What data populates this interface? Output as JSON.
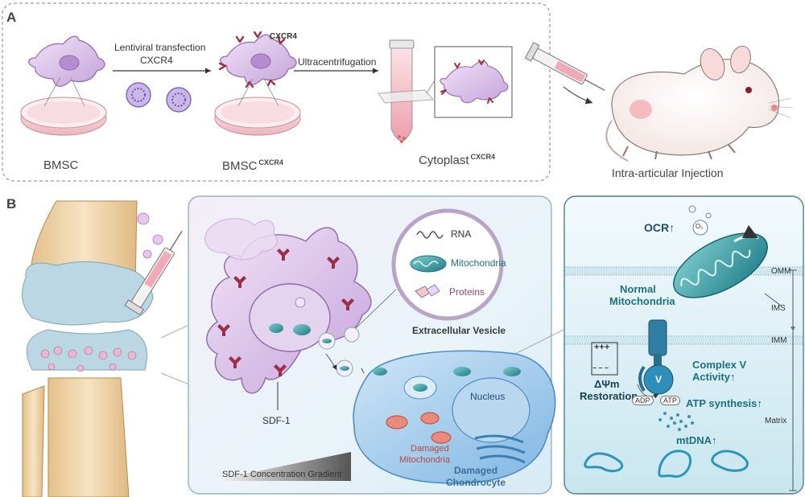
{
  "panel_a": {
    "letter": "A",
    "transfection_line1": "Lentiviral transfection",
    "transfection_line2": "CXCR4",
    "ultracentrifugation": "Ultracentrifugation",
    "bmsc": "BMSC",
    "bmsc_cxcr4": "BMSC",
    "cxcr4_sup": "CXCR4",
    "cell_cxcr4_tag": "CXCR4",
    "cytoplast": "Cytoplast",
    "cytoplast_sup": "CXCR4",
    "injection": "Intra-articular Injection"
  },
  "panel_b": {
    "letter": "B",
    "legend": {
      "rna": "RNA",
      "mitochondria": "Mitochondria",
      "proteins": "Proteins"
    },
    "extracellular_vesicle": "Extracellular Vesicle",
    "sdf1": "SDF-1",
    "gradient": "SDF-1 Concentration Gradient",
    "nucleus": "Nucleus",
    "damaged_mito_line1": "Damaged",
    "damaged_mito_line2": "Mitochondria",
    "damaged_chondro_line1": "Damaged",
    "damaged_chondro_line2": "Chondrocyte"
  },
  "panel_c": {
    "ocr": "OCR↑",
    "o2": "O₂",
    "normal_line1": "Normal",
    "normal_line2": "Mitochondria",
    "omm": "OMM",
    "ims": "IMS",
    "imm": "IMM",
    "matrix": "Matrix",
    "membrane_plus": "+++",
    "membrane_minus": "– – –",
    "psi_line1": "ΔΨm",
    "psi_line2": "Restoration",
    "complex_line1": "Complex V",
    "complex_line2": "Activity↑",
    "complex_v": "V",
    "adp": "ADP",
    "atp": "ATP",
    "atp_synthesis": "ATP synthesis↑",
    "mtdna": "mtDNA↑"
  },
  "colors": {
    "teal": "#1f6f82",
    "cell_purple": "#c9a9dd",
    "receptor": "#9b2f4a",
    "dish_pink": "#f4d6dc",
    "mito_teal": "#3aa7a8",
    "damaged_mito": "#e07a6a",
    "chondrocyte_blue": "#6aa9dc"
  }
}
